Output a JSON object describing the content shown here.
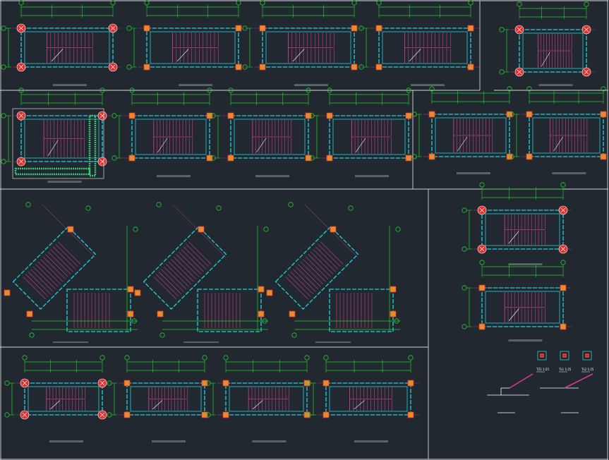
{
  "colors": {
    "background": "#212830",
    "border": "#d6d6d6",
    "dim_green": "#22d32a",
    "wall_cyan": "#1fd3dd",
    "stair_magenta": "#d33d8c",
    "column_red": "#e0312f",
    "column_orange": "#e98b2d",
    "grid_magenta": "#c0307a",
    "white": "#ffffff"
  },
  "drawings": [
    {
      "name": "stair-1-detail",
      "title": "",
      "scale": ""
    },
    {
      "name": "stair-2-detail",
      "title": "",
      "scale": ""
    },
    {
      "name": "stair-3-detail",
      "title": "",
      "scale": ""
    },
    {
      "name": "stair-4-detail",
      "title": "",
      "scale": ""
    },
    {
      "name": "stair-5-detail",
      "title": "",
      "scale": ""
    },
    {
      "name": "stair-6-detail",
      "title": "",
      "scale": ""
    },
    {
      "name": "stair-7-detail",
      "title": "",
      "scale": ""
    },
    {
      "name": "stair-8-detail",
      "title": "",
      "scale": ""
    },
    {
      "name": "stair-9-detail",
      "title": "",
      "scale": ""
    },
    {
      "name": "stair-10-detail",
      "title": "",
      "scale": ""
    },
    {
      "name": "stair-11-detail",
      "title": "",
      "scale": ""
    },
    {
      "name": "stair-12-detail",
      "title": "",
      "scale": ""
    },
    {
      "name": "stair-13-detail",
      "title": "",
      "scale": ""
    },
    {
      "name": "stair-14-detail",
      "title": "",
      "scale": ""
    },
    {
      "name": "stair-15-detail",
      "title": "",
      "scale": ""
    },
    {
      "name": "stair-16-detail",
      "title": "",
      "scale": ""
    },
    {
      "name": "stair-17-detail",
      "title": "",
      "scale": ""
    },
    {
      "name": "stair-18-detail",
      "title": "",
      "scale": ""
    },
    {
      "name": "stair-19-detail",
      "title": "",
      "scale": ""
    },
    {
      "name": "stair-20-detail",
      "title": "",
      "scale": ""
    },
    {
      "name": "stair-21-detail",
      "title": "",
      "scale": ""
    }
  ],
  "details": {
    "tz1": "TZ1",
    "tl1": "TL1",
    "tl2": "TL2",
    "scale_tz1": "1:25",
    "scale_tl1": "1:25",
    "scale_tl2": "1:25"
  }
}
